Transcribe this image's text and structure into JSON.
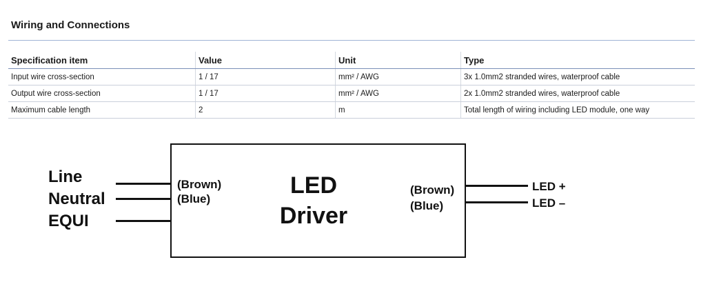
{
  "section": {
    "title": "Wiring and Connections"
  },
  "table": {
    "headers": [
      "Specification item",
      "Value",
      "Unit",
      "Type"
    ],
    "rows": [
      [
        "Input wire cross-section",
        "1 / 17",
        "mm² / AWG",
        "3x 1.0mm2 stranded wires, waterproof cable"
      ],
      [
        "Output wire cross-section",
        "1 / 17",
        "mm² / AWG",
        "2x 1.0mm2 stranded wires, waterproof cable"
      ],
      [
        "Maximum cable length",
        "2",
        "m",
        "Total length of wiring including LED module, one way"
      ]
    ]
  },
  "diagram": {
    "inputs": [
      "Line",
      "Neutral",
      "EQUI"
    ],
    "input_colors": [
      "(Brown)",
      "(Blue)"
    ],
    "center_line1": "LED",
    "center_line2": "Driver",
    "output_colors": [
      "(Brown)",
      "(Blue)"
    ],
    "outputs": [
      "LED +",
      "LED –"
    ]
  }
}
